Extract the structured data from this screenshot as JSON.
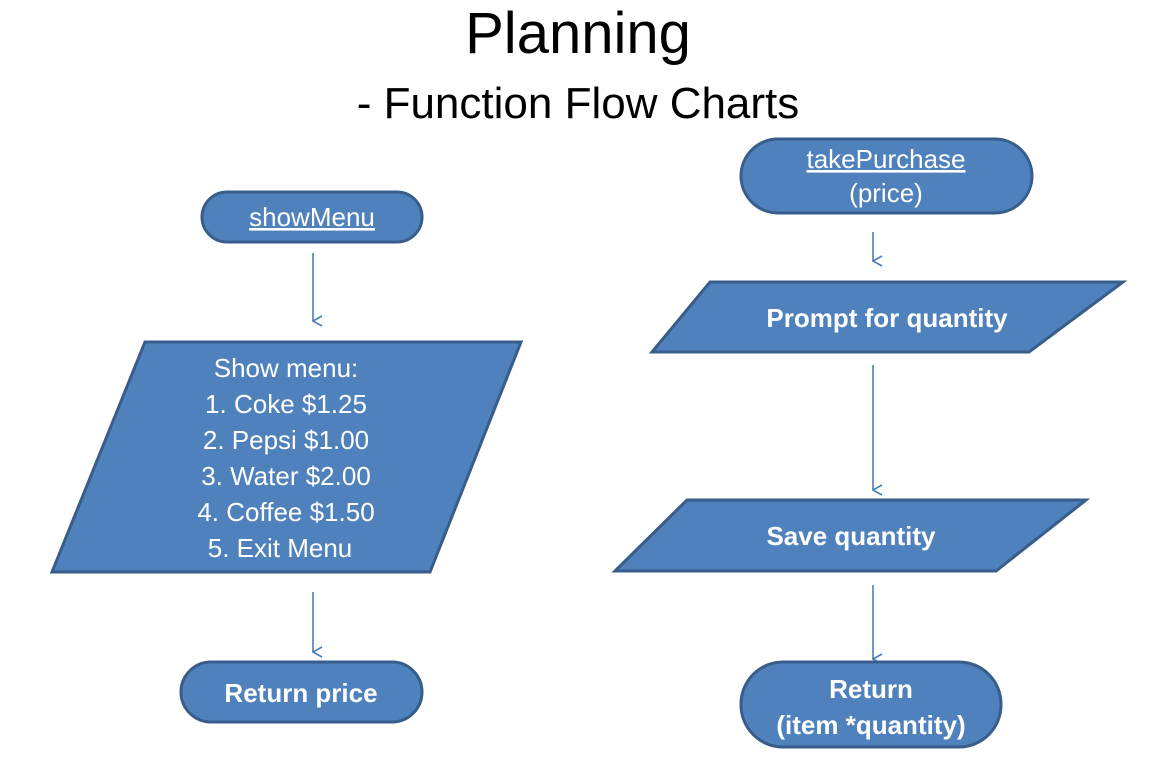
{
  "title": "Planning",
  "subtitle": "- Function Flow Charts",
  "colors": {
    "node_fill": "#4f81bd",
    "node_stroke": "#385d8a",
    "node_text": "#ffffff",
    "arrow": "#4a7ebb"
  },
  "left_flow": {
    "start": "showMenu",
    "menu_heading": "Show menu:",
    "menu_items": [
      {
        "num": "1.",
        "name": "Coke",
        "price": "$1.25"
      },
      {
        "num": "2.",
        "name": "Pepsi",
        "price": "$1.00"
      },
      {
        "num": "3.",
        "name": "Water",
        "price": "$2.00"
      },
      {
        "num": "4.",
        "name": "Coffee",
        "price": "$1.50"
      },
      {
        "num": "5.",
        "name": "Exit Menu",
        "price": ""
      }
    ],
    "end": "Return price"
  },
  "right_flow": {
    "start_line1": "takePurchase",
    "start_line2": "(price)",
    "input": "Prompt for quantity",
    "process": "Save quantity",
    "end_line1": "Return",
    "end_line2": "(item *quantity)"
  }
}
